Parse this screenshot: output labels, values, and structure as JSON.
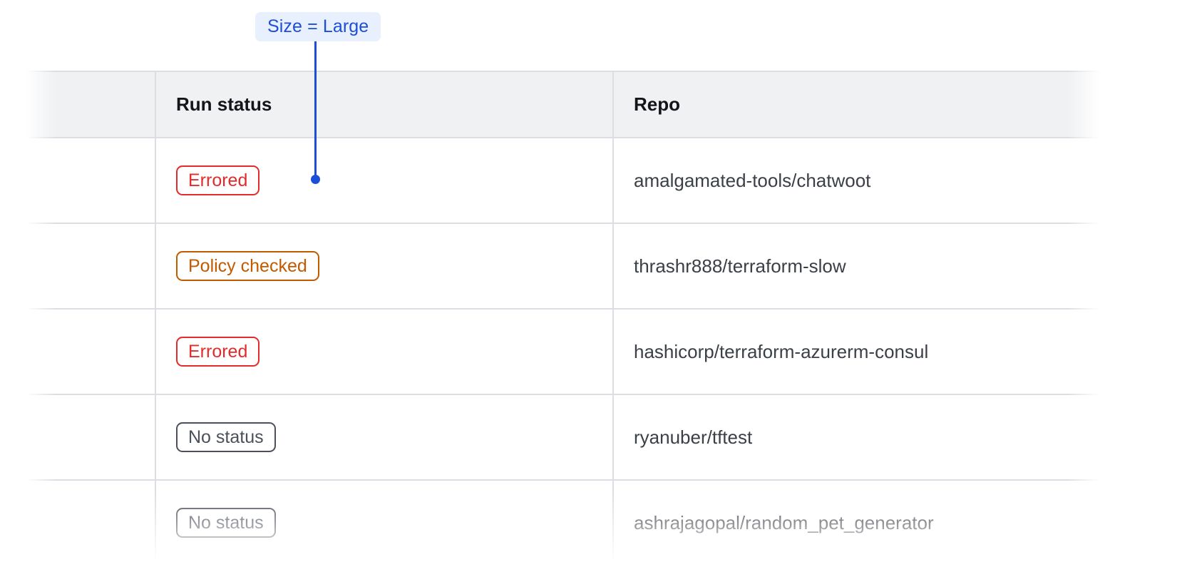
{
  "callout": {
    "label": "Size = Large",
    "accent_color": "#1d4ed8",
    "label_background": "#e9f0fd"
  },
  "table": {
    "header_background": "#f0f1f3",
    "border_color": "#dcdee3",
    "columns": [
      {
        "key": "spacer",
        "label": ""
      },
      {
        "key": "run_status",
        "label": "Run status"
      },
      {
        "key": "repo",
        "label": "Repo"
      },
      {
        "key": "tail",
        "label": ""
      }
    ],
    "rows": [
      {
        "status": "Errored",
        "status_variant": "errored",
        "status_color": "#e32b2b",
        "repo": "amalgamated-tools/chatwoot"
      },
      {
        "status": "Policy checked",
        "status_variant": "policy",
        "status_color": "#c25a00",
        "repo": "thrashr888/terraform-slow"
      },
      {
        "status": "Errored",
        "status_variant": "errored",
        "status_color": "#e32b2b",
        "repo": "hashicorp/terraform-azurerm-consul"
      },
      {
        "status": "No status",
        "status_variant": "nostatus",
        "status_color": "#4b505a",
        "repo": "ryanuber/tftest"
      },
      {
        "status": "No status",
        "status_variant": "nostatus",
        "status_color": "#4b505a",
        "repo": "ashrajagopal/random_pet_generator"
      }
    ]
  }
}
